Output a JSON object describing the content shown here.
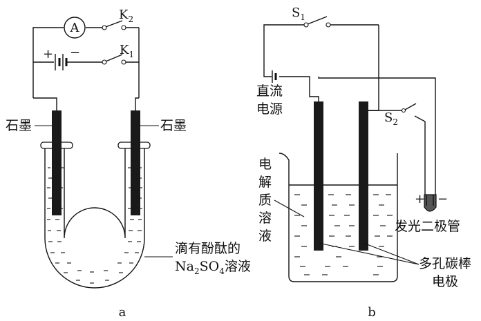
{
  "fig_a": {
    "caption": "a",
    "ammeter": "A",
    "switch_k2": {
      "letter": "K",
      "sub": "2"
    },
    "switch_k1": {
      "letter": "K",
      "sub": "1"
    },
    "battery_plus": "+",
    "battery_minus": "−",
    "electrode_left": "石墨",
    "electrode_right": "石墨",
    "solution_line1": "滴有酚酞的",
    "solution_na": "Na",
    "solution_sub2": "2",
    "solution_so": "SO",
    "solution_sub4": "4",
    "solution_tail": "溶液"
  },
  "fig_b": {
    "caption": "b",
    "switch_s1": {
      "letter": "S",
      "sub": "1"
    },
    "switch_s2": {
      "letter": "S",
      "sub": "2"
    },
    "dc_line1": "直流",
    "dc_line2": "电源",
    "electrolyte": [
      "电",
      "解",
      "质",
      "溶",
      "液"
    ],
    "led_plus": "+",
    "led_minus": "−",
    "led_label": "发光二极管",
    "electrode_line1": "多孔碳棒",
    "electrode_line2": "电极"
  }
}
